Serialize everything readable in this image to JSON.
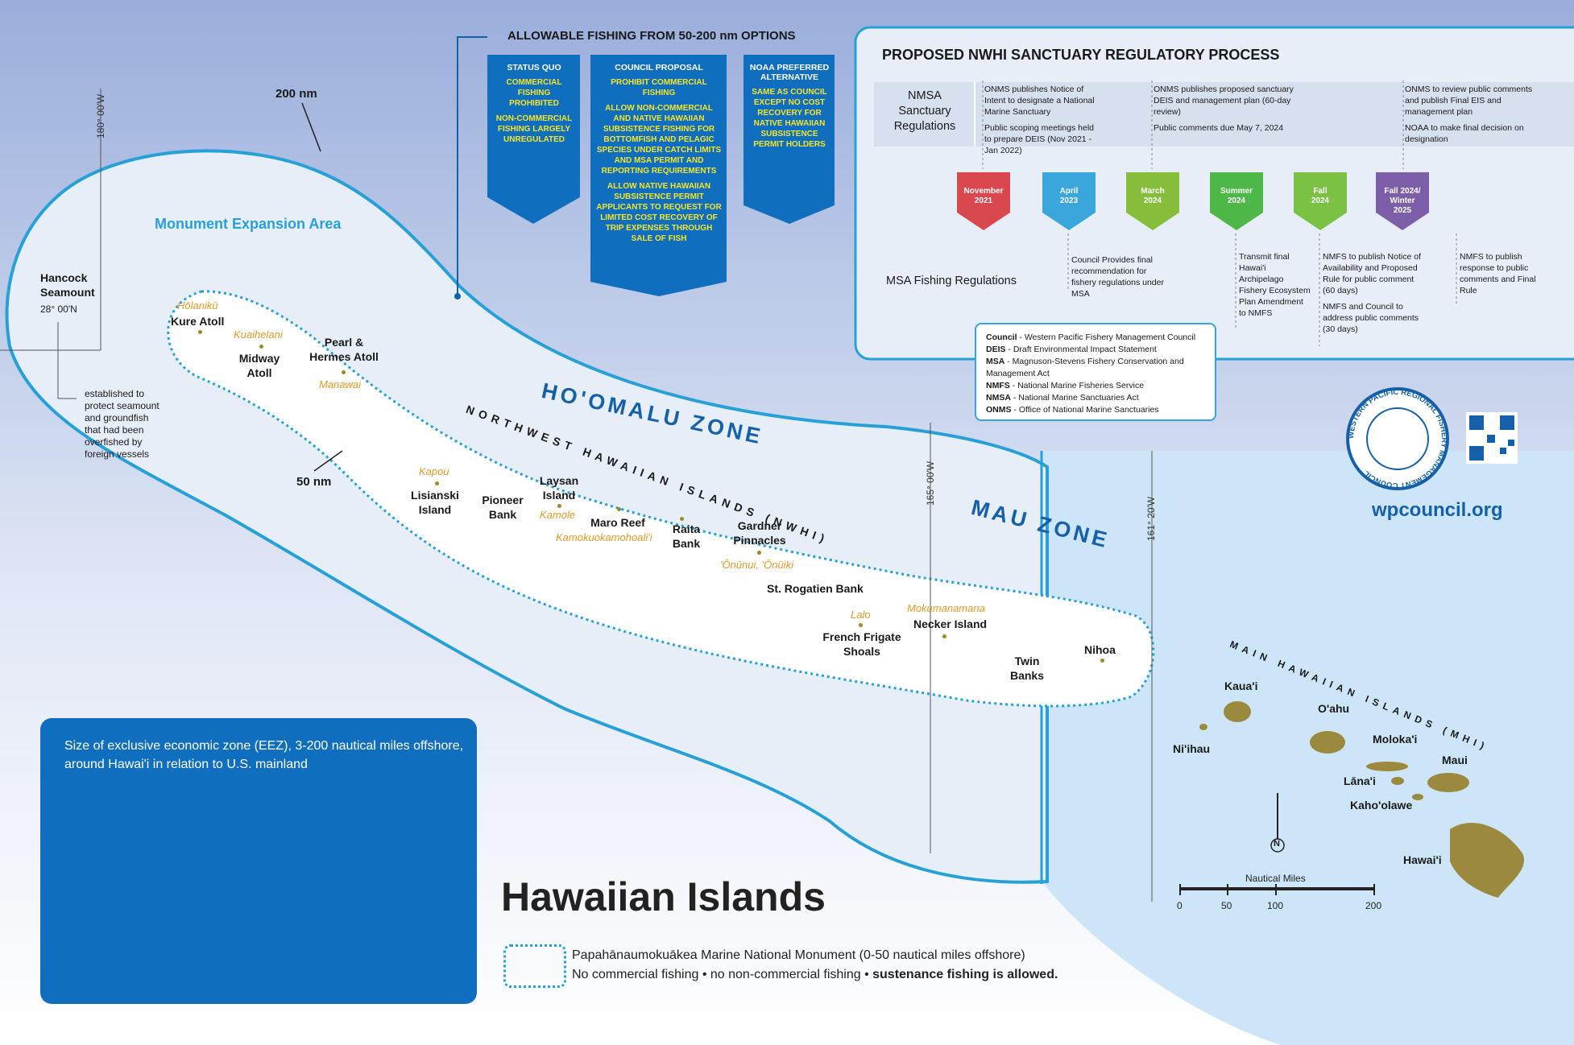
{
  "options": {
    "title": "ALLOWABLE FISHING FROM 50-200 nm OPTIONS",
    "status_quo": {
      "head": "STATUS QUO",
      "lines": [
        "COMMERCIAL FISHING PROHIBITED",
        "NON-COMMERCIAL FISHING LARGELY UNREGULATED"
      ]
    },
    "council": {
      "head": "COUNCIL PROPOSAL",
      "lines": [
        "PROHIBIT COMMERCIAL FISHING",
        "ALLOW NON-COMMERCIAL AND NATIVE HAWAIIAN SUBSISTENCE FISHING FOR BOTTOMFISH AND PELAGIC SPECIES UNDER CATCH LIMITS AND MSA PERMIT AND REPORTING REQUIREMENTS",
        "ALLOW NATIVE HAWAIIAN SUBSISTENCE PERMIT APPLICANTS TO REQUEST FOR LIMITED COST RECOVERY OF TRIP EXPENSES THROUGH SALE OF FISH"
      ]
    },
    "noaa": {
      "head": "NOAA PREFERRED ALTERNATIVE",
      "lines": [
        "SAME AS COUNCIL EXCEPT NO COST RECOVERY FOR NATIVE HAWAIIAN SUBSISTENCE PERMIT HOLDERS"
      ]
    }
  },
  "process": {
    "title": "PROPOSED NWHI SANCTUARY REGULATORY PROCESS",
    "nmsa_label": "NMSA\nSanctuary\nRegulations",
    "msa_label": "MSA Fishing Regulations",
    "nmsa_notes": [
      [
        "ONMS publishes Notice of Intent to designate a National Marine Sanctuary",
        "Public scoping meetings held to prepare DEIS (Nov 2021 - Jan 2022)"
      ],
      [
        "ONMS publishes proposed sanctuary DEIS and management plan (60-day review)",
        "Public comments due May 7, 2024"
      ],
      [
        "ONMS to review public comments and publish Final EIS and management plan",
        "NOAA to make final decision on designation"
      ]
    ],
    "steps": [
      {
        "label": "November\n2021",
        "color": "#d9484e"
      },
      {
        "label": "April\n2023",
        "color": "#3aa6dc"
      },
      {
        "label": "March\n2024",
        "color": "#86be3c"
      },
      {
        "label": "Summer\n2024",
        "color": "#4db848"
      },
      {
        "label": "Fall\n2024",
        "color": "#7bc143"
      },
      {
        "label": "Fall 2024/\nWinter\n2025",
        "color": "#7b5ea7"
      }
    ],
    "msa_notes": [
      "Council Provides final recommendation for fishery regulations under MSA",
      "Transmit final Hawai'i Archipelago Fishery Ecosystem Plan Amendment to NMFS",
      [
        "NMFS to publish Notice of Availability and Proposed Rule for public comment (60 days)",
        "NMFS and Council to address public comments (30 days)"
      ],
      "NMFS to publish response to public comments and Final Rule"
    ]
  },
  "glossary": [
    {
      "term": "Council",
      "def": " - Western Pacific Fishery Management Council"
    },
    {
      "term": "DEIS",
      "def": " - Draft Environmental Impact Statement"
    },
    {
      "term": "MSA",
      "def": " - Magnuson-Stevens Fishery Conservation and Management Act"
    },
    {
      "term": "NMFS",
      "def": " - National Marine Fisheries Service"
    },
    {
      "term": "NMSA",
      "def": " - National Marine Sanctuaries Act"
    },
    {
      "term": "ONMS",
      "def": " - Office of National Marine Sanctuaries"
    }
  ],
  "map": {
    "nm200": "200 nm",
    "nm50": "50 nm",
    "meridian_180": "180° 00'W",
    "meridian_165": "165° 00'W",
    "meridian_161": "161° 20'W",
    "expansion": "Monument Expansion Area",
    "hancock": "Hancock\nSeamount",
    "hancock_lat": "28° 00'N",
    "hancock_note": "established to\nprotect seamount\nand groundfish\nthat had been\noverfished by\nforeign vessels",
    "hoomalu": "HO'OMALU ZONE",
    "mau": "MAU ZONE",
    "nwhi": "NORTHWEST HAWAIIAN ISLANDS (NWHI)",
    "mhi": "MAIN HAWAIIAN ISLANDS (MHI)",
    "places": {
      "kure": "Kure Atoll",
      "midway": "Midway\nAtoll",
      "pearl": "Pearl &\nHermes Atoll",
      "lisianski": "Lisianski\nIsland",
      "pioneer": "Pioneer\nBank",
      "laysan": "Laysan\nIsland",
      "maro": "Maro Reef",
      "raita": "Raita\nBank",
      "gardner": "Gardner\nPinnacles",
      "rogatien": "St. Rogatien Bank",
      "ffs": "French Frigate\nShoals",
      "necker": "Necker Island",
      "twin": "Twin\nBanks",
      "nihoa": "Nihoa"
    },
    "hawaiian_names": {
      "kure": "Hōlanikū",
      "midway": "Kuaihelani",
      "pearl": "Manawai",
      "lisianski": "Kapou",
      "laysan": "Kamole",
      "maro": "Kamokuokamohoali'i",
      "gardner": "'Ōnūnui, 'Ōnūiki",
      "ffs": "Lalo",
      "necker": "Mokumanamana"
    },
    "mhi_islands": {
      "niihau": "Ni'ihau",
      "kauai": "Kaua'i",
      "oahu": "O'ahu",
      "molokai": "Moloka'i",
      "lanai": "Lāna'i",
      "maui": "Maui",
      "kahoolawe": "Kaho'olawe",
      "hawaii": "Hawai'i"
    },
    "north": "N",
    "scale_title": "Nautical Miles",
    "scale_ticks": [
      "0",
      "50",
      "100",
      "200"
    ]
  },
  "inset_title": "Size of exclusive economic zone (EEZ), 3-200 nautical miles offshore, around Hawai'i in relation to U.S. mainland",
  "title": "Hawaiian Islands",
  "legend": {
    "name": "Papahānaumokuākea Marine National Monument",
    "range": " (0-50 nautical miles offshore)",
    "line2a": "No commercial fishing • no non-commercial fishing • ",
    "line2b": "sustenance fishing is allowed."
  },
  "logo": {
    "org": "WESTERN PACIFIC REGIONAL FISHERY MANAGEMENT COUNCIL",
    "url": "wpcouncil.org"
  },
  "colors": {
    "zone_blue": "#1560a8",
    "option_blue": "#0f6fbe",
    "hawaiian_name": "#e09a2a",
    "legend_dots": "#27a0d8"
  }
}
